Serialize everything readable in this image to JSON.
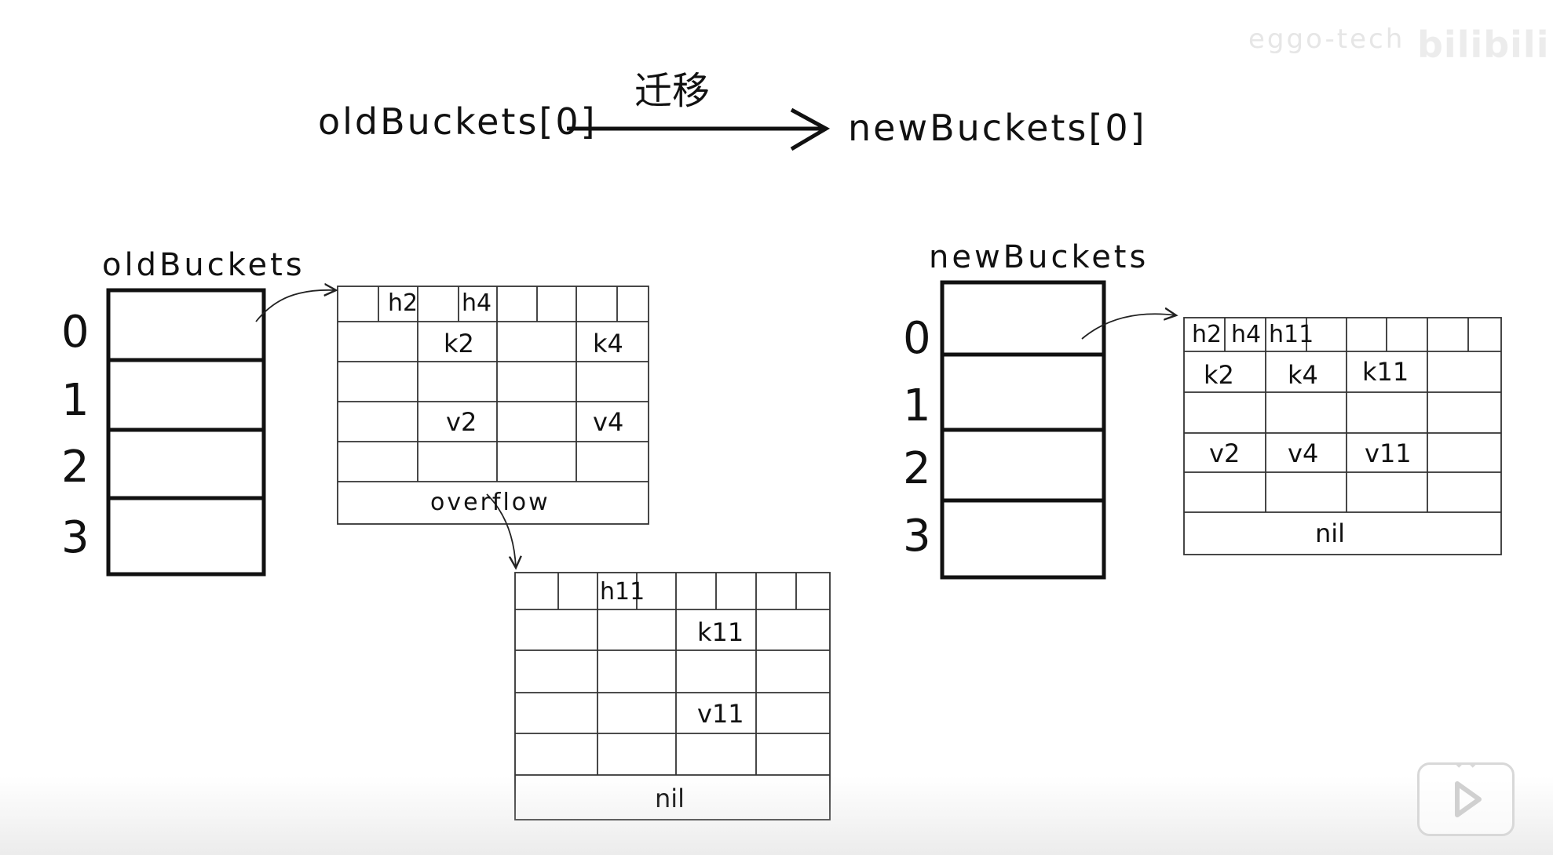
{
  "title": {
    "source": "oldBuckets[0]",
    "arrow_label": "迁移",
    "target": "newBuckets[0]"
  },
  "old_buckets": {
    "label": "oldBuckets",
    "indices": [
      "0",
      "1",
      "2",
      "3"
    ]
  },
  "new_buckets": {
    "label": "newBuckets",
    "indices": [
      "0",
      "1",
      "2",
      "3"
    ]
  },
  "old_bmap": {
    "tophash": [
      "",
      "h2",
      "",
      "h4",
      "",
      "",
      "",
      ""
    ],
    "keys": [
      "",
      "k2",
      "",
      "k4"
    ],
    "values": [
      "",
      "v2",
      "",
      "v4"
    ],
    "footer": "overflow"
  },
  "overflow_bmap": {
    "tophash": [
      "",
      "",
      "h11",
      "",
      "",
      "",
      "",
      ""
    ],
    "keys": [
      "",
      "",
      "k11",
      ""
    ],
    "values": [
      "",
      "",
      "v11",
      ""
    ],
    "footer": "nil"
  },
  "new_bmap": {
    "tophash": [
      "h2",
      "h4",
      "h11",
      "",
      "",
      "",
      "",
      ""
    ],
    "keys": [
      "k2",
      "k4",
      "k11",
      ""
    ],
    "values": [
      "v2",
      "v4",
      "v11",
      ""
    ],
    "footer": "nil"
  },
  "watermark": {
    "text": "eggo-tech",
    "logo": "bilibili"
  },
  "player": {
    "icon": "play-icon"
  }
}
